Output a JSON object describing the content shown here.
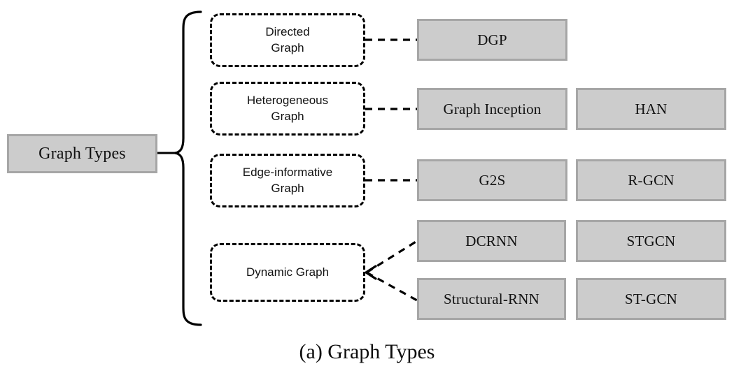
{
  "figure": {
    "caption": "(a) Graph Types",
    "root": {
      "label": "Graph Types"
    },
    "colors": {
      "box_fill": "#cccccc",
      "box_border": "#a6a6a6",
      "dashed_border": "#000000",
      "text": "#111111",
      "background": "#ffffff"
    },
    "categories": [
      {
        "name": "directed-graph",
        "label_lines": [
          "Directed",
          "Graph"
        ],
        "connector": "single-horizontal-dashed",
        "models": [
          "DGP"
        ]
      },
      {
        "name": "heterogeneous-graph",
        "label_lines": [
          "Heterogeneous",
          "Graph"
        ],
        "connector": "single-horizontal-dashed",
        "models": [
          "Graph Inception",
          "HAN"
        ]
      },
      {
        "name": "edge-informative-graph",
        "label_lines": [
          "Edge-informative",
          "Graph"
        ],
        "connector": "single-horizontal-dashed",
        "models": [
          "G2S",
          "R-GCN"
        ]
      },
      {
        "name": "dynamic-graph",
        "label_lines": [
          "Dynamic Graph"
        ],
        "connector": "branching-dashed",
        "models": [
          "DCRNN",
          "STGCN",
          "Structural-RNN",
          "ST-GCN"
        ]
      }
    ]
  },
  "chart_data": {
    "type": "diagram",
    "title": "(a) Graph Types",
    "root": "Graph Types",
    "structure": [
      {
        "category": "Directed Graph",
        "methods": [
          "DGP"
        ]
      },
      {
        "category": "Heterogeneous Graph",
        "methods": [
          "Graph Inception",
          "HAN"
        ]
      },
      {
        "category": "Edge-informative Graph",
        "methods": [
          "G2S",
          "R-GCN"
        ]
      },
      {
        "category": "Dynamic Graph",
        "methods": [
          "DCRNN",
          "STGCN",
          "Structural-RNN",
          "ST-GCN"
        ]
      }
    ]
  }
}
